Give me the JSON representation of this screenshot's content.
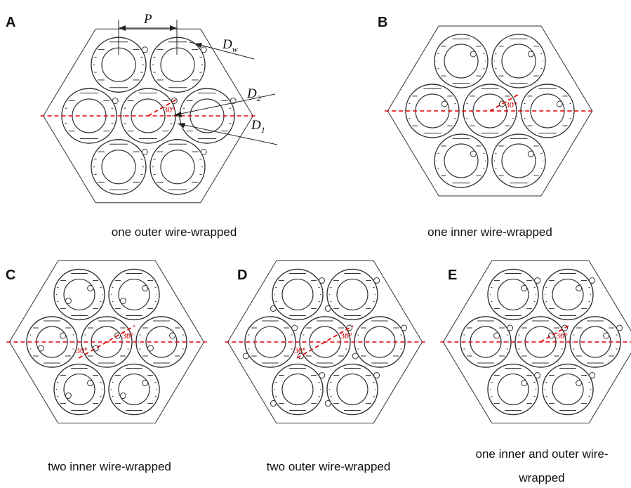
{
  "panels": [
    {
      "id": "A",
      "letter": "A",
      "caption": "one outer wire-wrapped",
      "inner_wires": 0,
      "outer_wires": 1,
      "angle_label": "30°",
      "wire_angle_deg": 30,
      "dimensions": {
        "pitch": "P",
        "wire": "D",
        "wire_sub": "w",
        "outer": "D",
        "outer_sub": "2",
        "inner": "D",
        "inner_sub": "1"
      }
    },
    {
      "id": "B",
      "letter": "B",
      "caption": "one inner wire-wrapped",
      "inner_wires": 1,
      "outer_wires": 0,
      "angle_label": "30°",
      "wire_angle_deg": 30
    },
    {
      "id": "C",
      "letter": "C",
      "caption": "two inner wire-wrapped",
      "inner_wires": 2,
      "outer_wires": 0,
      "angle_label": "30°",
      "angle_label_2": "30°",
      "wire_angle_deg": 30
    },
    {
      "id": "D",
      "letter": "D",
      "caption": "two outer wire-wrapped",
      "inner_wires": 0,
      "outer_wires": 2,
      "angle_label": "30°",
      "angle_label_2": "30°",
      "wire_angle_deg": 30
    },
    {
      "id": "E",
      "letter": "E",
      "caption_line1": "one inner and outer wire-",
      "caption_line2": "wrapped",
      "inner_wires": 1,
      "outer_wires": 1,
      "angle_label": "30°",
      "wire_angle_deg": 30
    }
  ],
  "colors": {
    "line": "#333333",
    "dash": "#e00000",
    "text": "#111111"
  }
}
